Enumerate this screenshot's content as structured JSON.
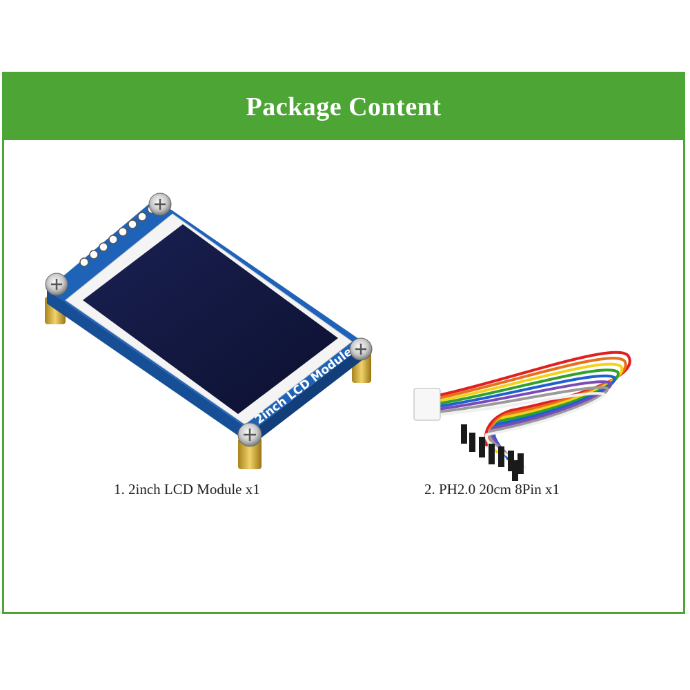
{
  "header": {
    "title": "Package Content"
  },
  "items": [
    {
      "caption": "1. 2inch LCD Module x1",
      "board_label": "2inch LCD Module",
      "icon": "lcd-module"
    },
    {
      "caption": "2. PH2.0 20cm 8Pin x1",
      "icon": "ph2-cable"
    }
  ],
  "colors": {
    "accent": "#4ca535",
    "pcb": "#1f63b8",
    "screen": "#12173a"
  }
}
